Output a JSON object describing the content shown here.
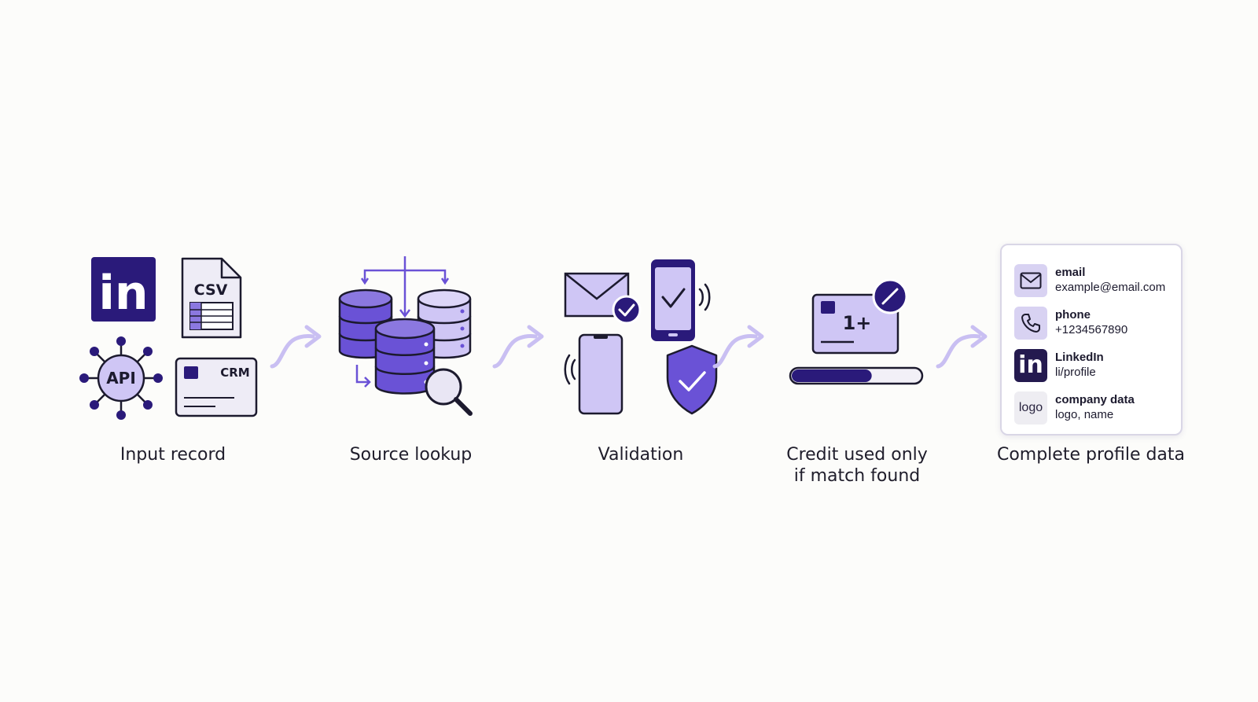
{
  "steps": [
    {
      "label": "Input record"
    },
    {
      "label": "Source lookup"
    },
    {
      "label": "Validation"
    },
    {
      "label_line1": "Credit used only",
      "label_line2": "if match found"
    },
    {
      "label": "Complete profile data"
    }
  ],
  "input_icons": {
    "csv": "CSV",
    "api": "API",
    "crm": "CRM",
    "linkedin": "in"
  },
  "credit_badge": "1+",
  "credit_progress": 0.62,
  "profile": [
    {
      "title": "email",
      "value": "example@email.com",
      "icon": "mail-icon"
    },
    {
      "title": "phone",
      "value": "+1234567890",
      "icon": "phone-icon"
    },
    {
      "title": "LinkedIn",
      "value": "li/profile",
      "icon": "linkedin-icon",
      "icon_text": "in"
    },
    {
      "title": "company data",
      "value": "logo, name",
      "icon": "logo-icon",
      "icon_text": "logo"
    }
  ],
  "colors": {
    "dark_purple": "#2a1a7a",
    "mid_purple": "#6a52d6",
    "light_purple": "#cfc6f5",
    "arrow": "#c9bff2"
  }
}
